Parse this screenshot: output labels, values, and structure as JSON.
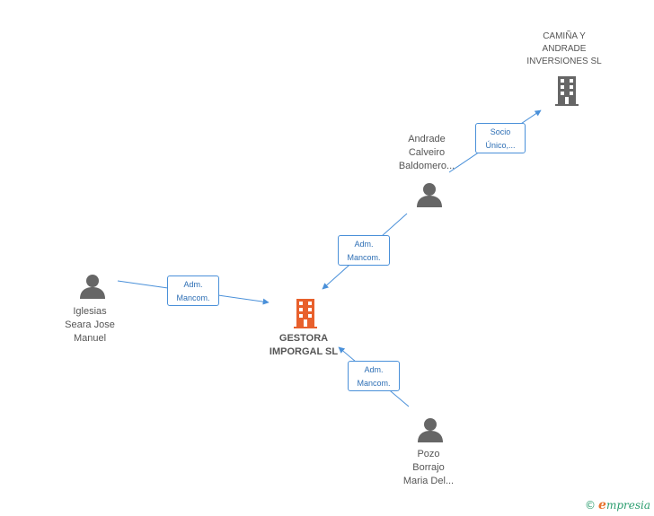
{
  "nodes": {
    "camina": {
      "lines": [
        "CAMIÑA Y",
        "ANDRADE",
        "INVERSIONES SL"
      ],
      "icon": "building-icon"
    },
    "andrade": {
      "lines": [
        "Andrade",
        "Calveiro",
        "Baldomero..."
      ],
      "icon": "person-icon"
    },
    "iglesias": {
      "lines": [
        "Iglesias",
        "Seara Jose",
        "Manuel"
      ],
      "icon": "person-icon"
    },
    "gestora": {
      "lines": [
        "GESTORA",
        "IMPORGAL SL"
      ],
      "icon": "building-icon"
    },
    "pozo": {
      "lines": [
        "Pozo",
        "Borrajo",
        "Maria Del..."
      ],
      "icon": "person-icon"
    }
  },
  "edges": {
    "andrade_camina": [
      "Socio",
      "Único,..."
    ],
    "andrade_gestora": [
      "Adm.",
      "Mancom."
    ],
    "iglesias_gestora": [
      "Adm.",
      "Mancom."
    ],
    "pozo_gestora": [
      "Adm.",
      "Mancom."
    ]
  },
  "colors": {
    "edge": "#4a90d9",
    "main_company": "#e8602c",
    "company": "#666666",
    "person": "#666666"
  },
  "footer": {
    "copyright": "©",
    "brand_initial": "e",
    "brand_rest": "mpresia"
  }
}
